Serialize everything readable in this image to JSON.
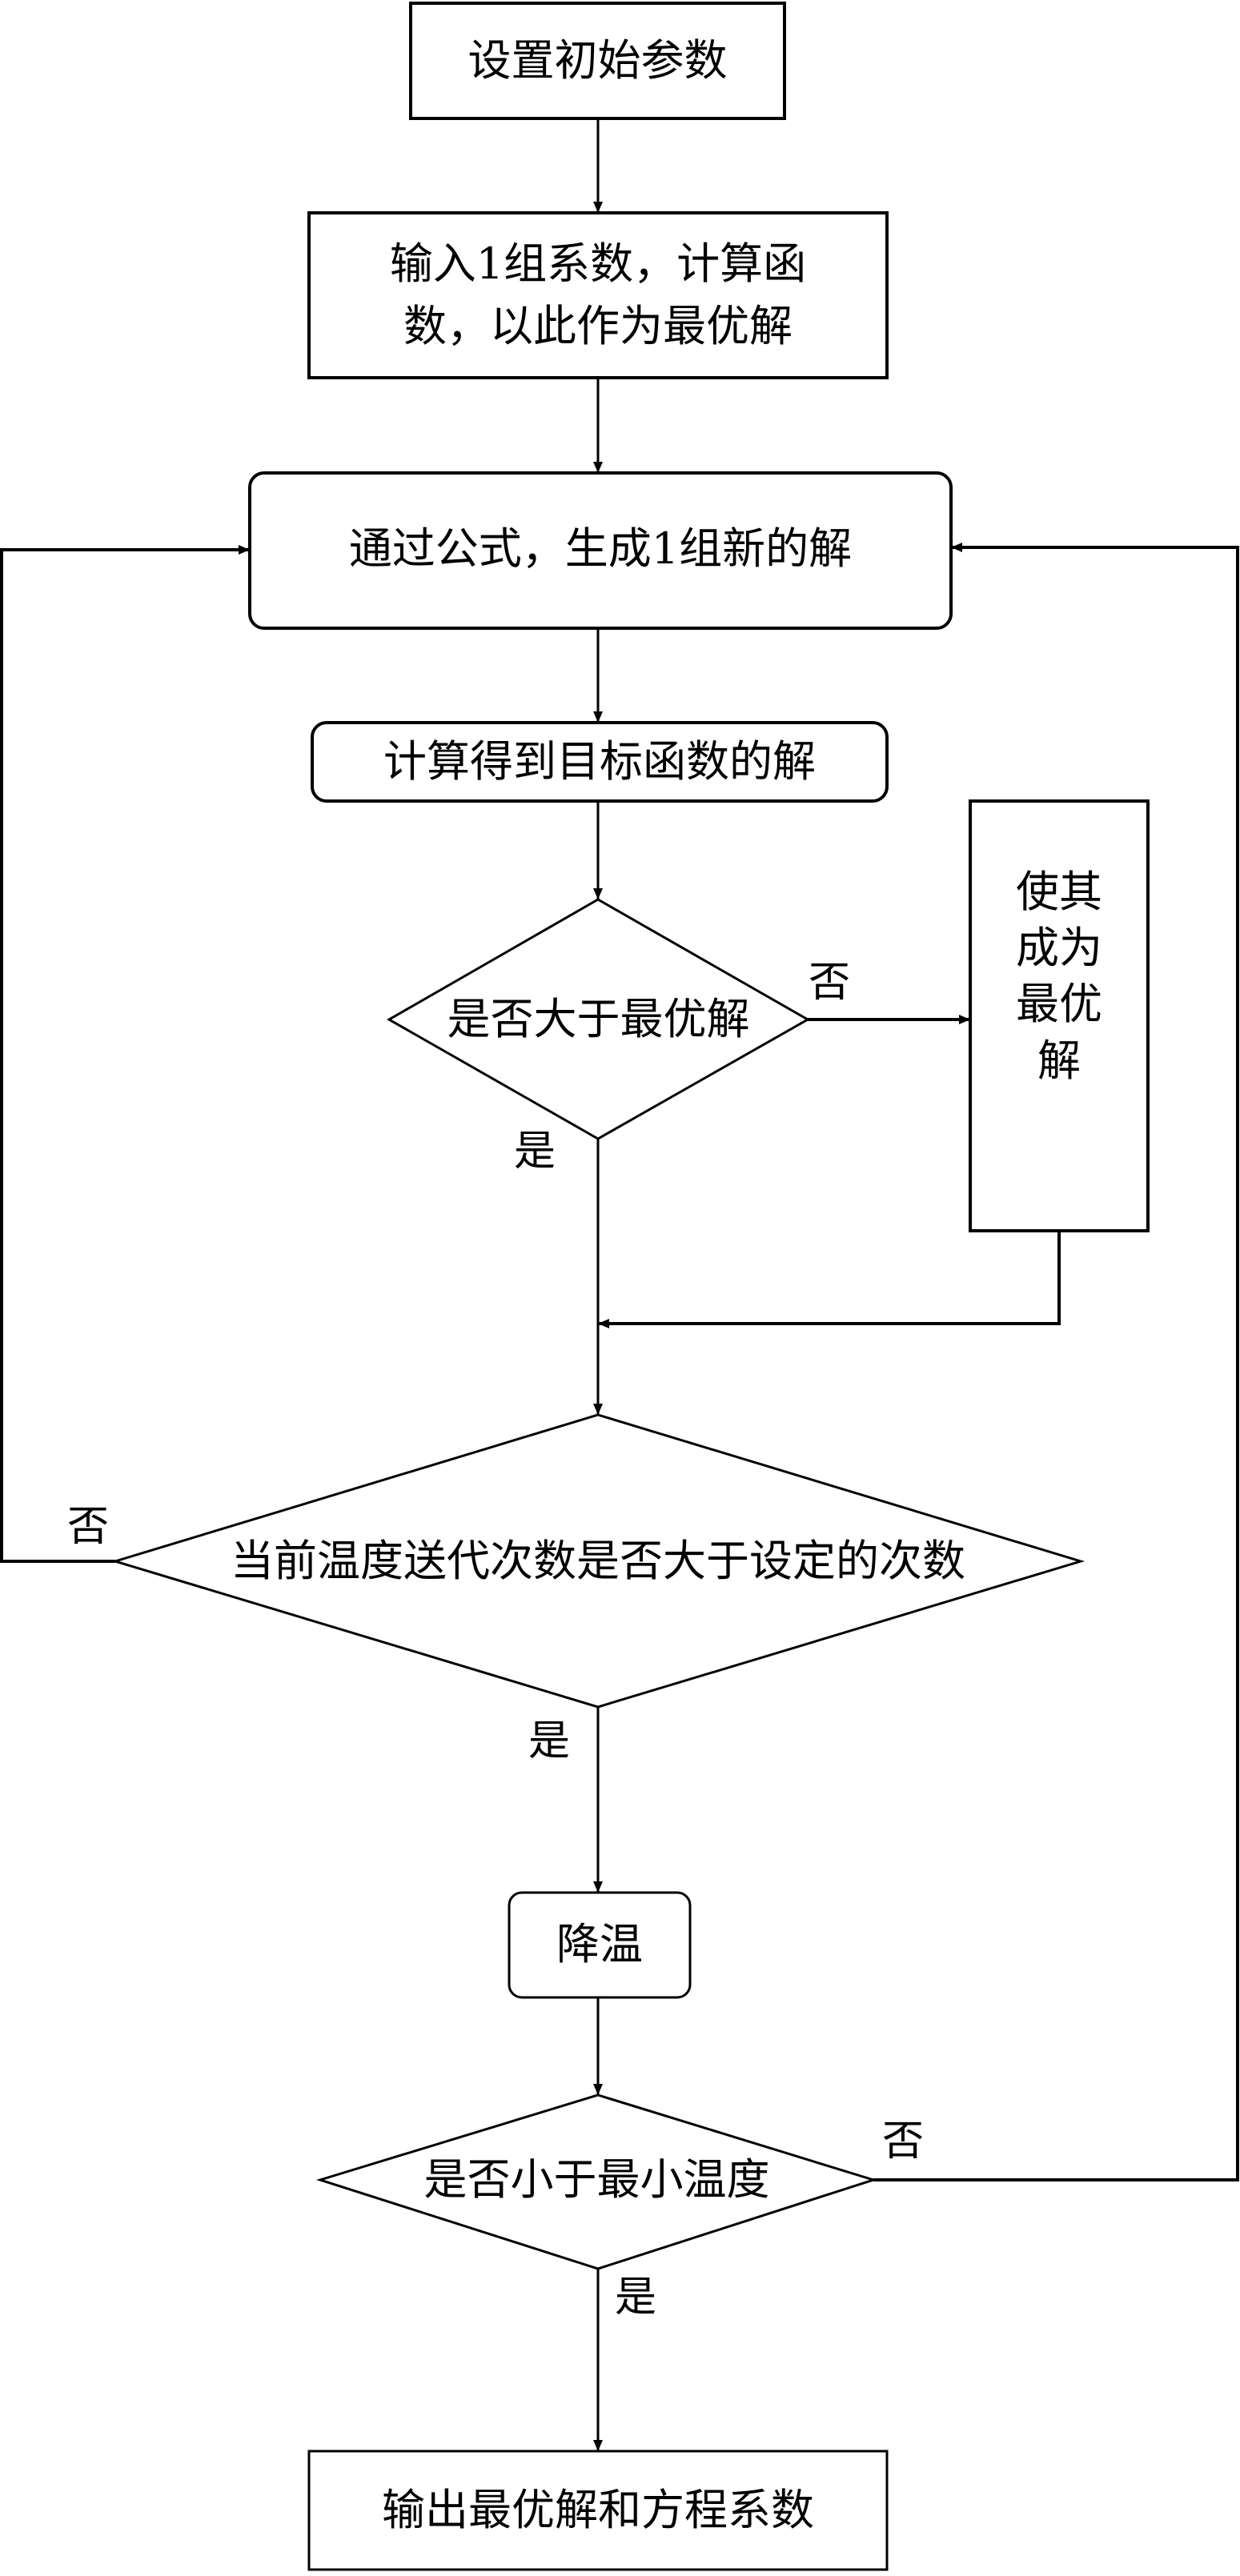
{
  "nodes": {
    "init": "设置初始参数",
    "input": "输入1组系数，计算函\n数，以此作为最优解",
    "generate": "通过公式，生成1组新的解",
    "compute": "计算得到目标函数的解",
    "decision_better": "是否大于最优解",
    "make_best": "使其\n成为\n最优\n解",
    "decision_iter": "当前温度送代次数是否大于设定的次数",
    "cool": "降温",
    "decision_temp": "是否小于最小温度",
    "output": "输出最优解和方程系数"
  },
  "edge_labels": {
    "better_no": "否",
    "better_yes": "是",
    "iter_no": "否",
    "iter_yes": "是",
    "temp_no": "否",
    "temp_yes": "是"
  },
  "colors": {
    "stroke": "#000000",
    "background": "#ffffff"
  }
}
